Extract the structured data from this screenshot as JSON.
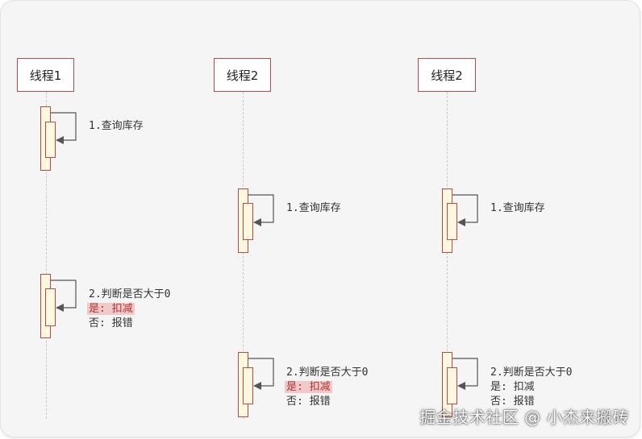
{
  "participants": [
    {
      "label": "线程1"
    },
    {
      "label": "线程2"
    },
    {
      "label": "线程2"
    }
  ],
  "messages": {
    "query_label": "1.查询库存",
    "judge_label": "2.判断是否大于0",
    "yes_label": "是: 扣减",
    "no_label": "否: 报错"
  },
  "watermark": "掘金技术社区 @ 小杰来搬砖",
  "colors": {
    "border_red": "#b84a4a",
    "activation_fill": "#fff8de",
    "highlight_bg": "#f2c9c9",
    "highlight_text": "#b03434"
  }
}
